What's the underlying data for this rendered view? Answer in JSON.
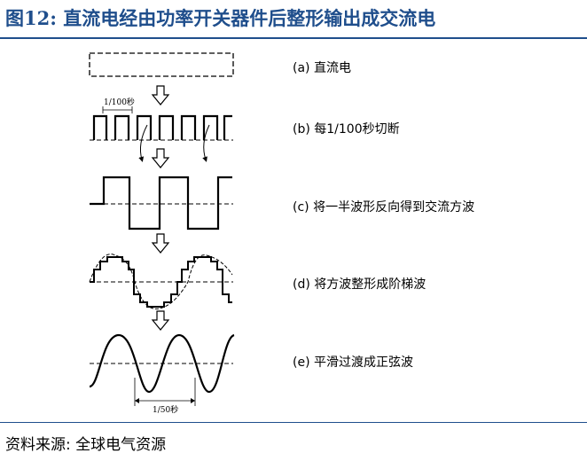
{
  "title": "图12:  直流电经由功率开关器件后整形输出成交流电",
  "source": "资料来源:  全球电气资源",
  "panels": [
    {
      "id": "a",
      "caption": "(a) 直流电"
    },
    {
      "id": "b",
      "caption": "(b) 每1/100秒切断"
    },
    {
      "id": "c",
      "caption": "(c) 将一半波形反向得到交流方波"
    },
    {
      "id": "d",
      "caption": "(d) 将方波整形成阶梯波"
    },
    {
      "id": "e",
      "caption": "(e) 平滑过渡成正弦波"
    }
  ],
  "annotations": {
    "period_b": "1/100秒",
    "period_e": "1/50秒"
  }
}
